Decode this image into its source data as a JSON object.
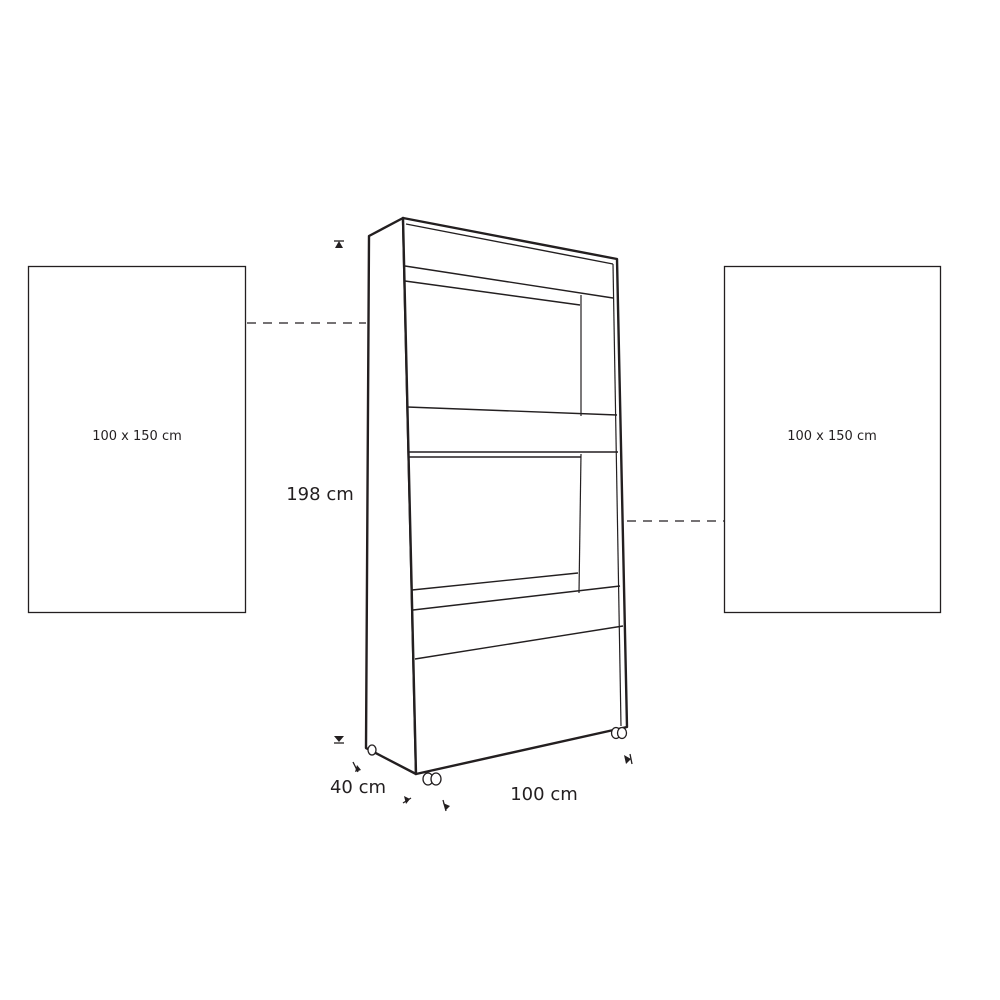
{
  "diagram": {
    "left_panel": {
      "label": "100 x 150 cm"
    },
    "right_panel": {
      "label": "100 x 150 cm"
    },
    "dimensions": {
      "height": "198 cm",
      "depth": "40 cm",
      "width": "100 cm"
    },
    "colors": {
      "stroke": "#231f20",
      "background": "#ffffff"
    }
  }
}
